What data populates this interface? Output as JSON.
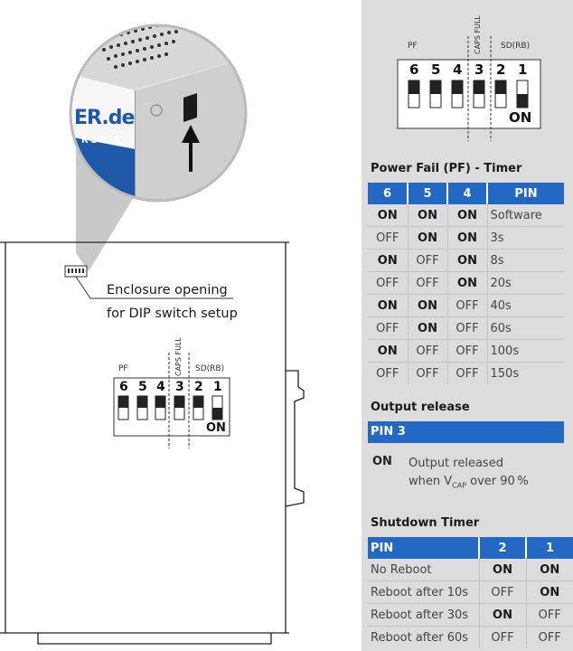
{
  "photo": {
    "brand": "ER.de",
    "brand_sub": "RONIK"
  },
  "enclosure": {
    "label_line1": "Enclosure opening",
    "label_line2": "for DIP switch setup"
  },
  "dip_switch": {
    "group_pf": "PF",
    "group_caps": "CAPS FULL",
    "group_sd": "SD(RB)",
    "numbers": [
      "6",
      "5",
      "4",
      "3",
      "2",
      "1"
    ],
    "on_label": "ON"
  },
  "power_fail": {
    "title": "Power Fail (PF) - Timer",
    "headers": [
      "6",
      "5",
      "4",
      "PIN"
    ],
    "rows": [
      [
        "ON",
        "ON",
        "ON",
        "Software"
      ],
      [
        "OFF",
        "ON",
        "ON",
        "3s"
      ],
      [
        "ON",
        "OFF",
        "ON",
        "8s"
      ],
      [
        "OFF",
        "OFF",
        "ON",
        "20s"
      ],
      [
        "ON",
        "ON",
        "OFF",
        "40s"
      ],
      [
        "OFF",
        "ON",
        "OFF",
        "60s"
      ],
      [
        "ON",
        "OFF",
        "OFF",
        "100s"
      ],
      [
        "OFF",
        "OFF",
        "OFF",
        "150s"
      ]
    ]
  },
  "output_release": {
    "title": "Output release",
    "pin_header": "PIN 3",
    "state": "ON",
    "text_line1": "Output released",
    "text_when": "when V",
    "text_sub": "CAP",
    "text_rest": " over 90 %"
  },
  "shutdown_timer": {
    "title": "Shutdown Timer",
    "headers": [
      "PIN",
      "2",
      "1"
    ],
    "rows": [
      [
        "No Reboot",
        "ON",
        "ON"
      ],
      [
        "Reboot after 10s",
        "OFF",
        "ON"
      ],
      [
        "Reboot after 30s",
        "ON",
        "OFF"
      ],
      [
        "Reboot after 60s",
        "OFF",
        "OFF"
      ]
    ]
  },
  "colors": {
    "header_blue": "#2369c4",
    "panel_gray": "#dcdcdc"
  }
}
